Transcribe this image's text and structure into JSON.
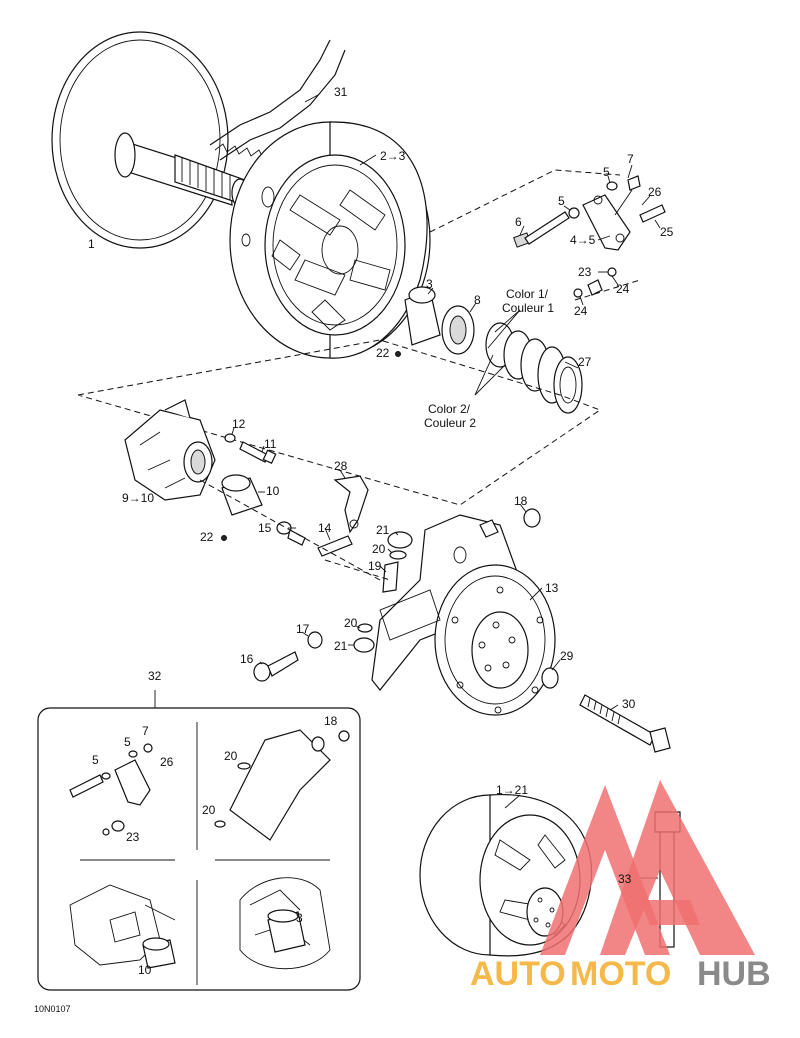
{
  "callouts": {
    "c1": "1",
    "c31": "31",
    "c2_3": "2→3",
    "c7": "7",
    "c5a": "5",
    "c26": "26",
    "c5b": "5",
    "c6": "6",
    "c4_5": "4→5",
    "c25": "25",
    "c23": "23",
    "c24a": "24",
    "c24b": "24",
    "c3": "3",
    "c8": "8",
    "c22a": "22",
    "c27": "27",
    "c12": "12",
    "c11": "11",
    "c10": "10",
    "c9_10": "9→10",
    "c22b": "22",
    "c28": "28",
    "c18": "18",
    "c15": "15",
    "c14": "14",
    "c21a": "21",
    "c20a": "20",
    "c19": "19",
    "c13": "13",
    "c17": "17",
    "c20b": "20",
    "c21b": "21",
    "c16": "16",
    "c29": "29",
    "c30": "30",
    "c32": "32",
    "c1_21": "1→21",
    "c33": "33",
    "k7": "7",
    "k5a": "5",
    "k5b": "5",
    "k26": "26",
    "k23": "23",
    "k18": "18",
    "k20a": "20",
    "k20b": "20",
    "k10": "10",
    "k3": "3"
  },
  "color_labels": {
    "color1_line1": "Color 1/",
    "color1_line2": "Couleur 1",
    "color2_line1": "Color 2/",
    "color2_line2": "Couleur 2"
  },
  "figure_id": "10N0107",
  "watermark": {
    "part1": "AUTO",
    "part2": "MOTO",
    "part3": "HUB"
  },
  "colors": {
    "line": "#111111",
    "watermark_red": "#f07070",
    "watermark_orange": "#f5b84a",
    "watermark_gray": "#8a8a8a"
  }
}
